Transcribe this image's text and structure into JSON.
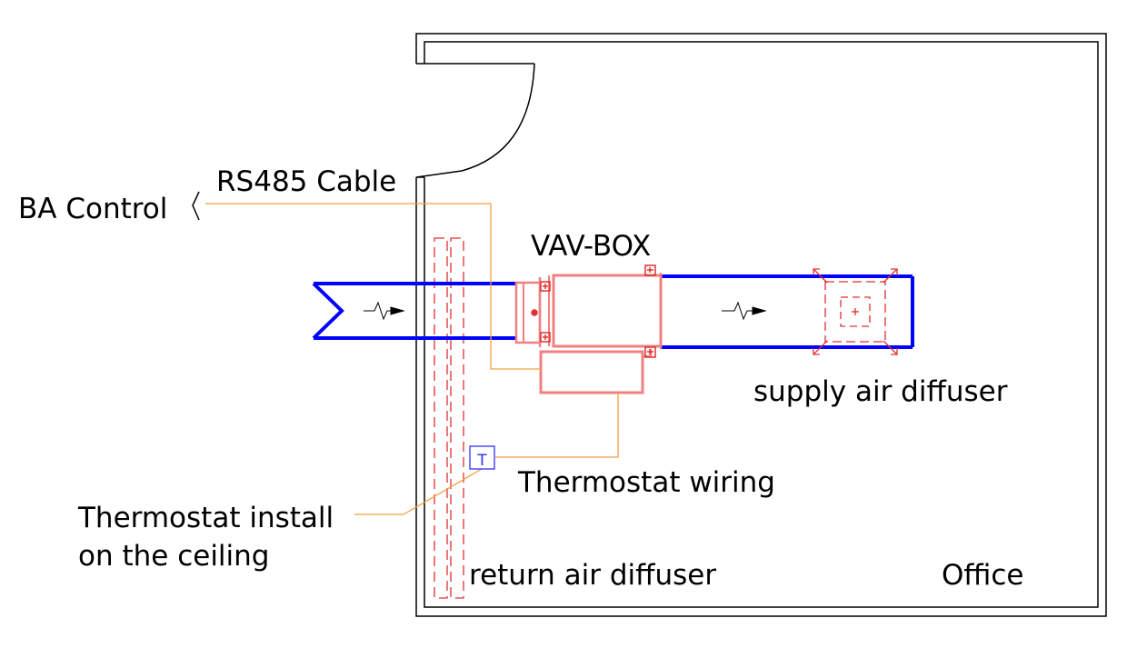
{
  "labels": {
    "ba_control": "BA Control",
    "rs485_cable": "RS485 Cable",
    "vav_box": "VAV-BOX",
    "supply_air_diffuser": "supply air diffuser",
    "thermostat_wiring": "Thermostat wiring",
    "thermostat_install_line1": "Thermostat install",
    "thermostat_install_line2": "on the ceiling",
    "return_air_diffuser": "return air diffuser",
    "office": "Office",
    "thermostat_symbol": "T"
  },
  "colors": {
    "wall": "#000000",
    "duct": "#0000ff",
    "equipment": "#f08080",
    "diffuser": "#e03030",
    "wiring": "#f0a040",
    "thermostat": "#3030ff"
  }
}
